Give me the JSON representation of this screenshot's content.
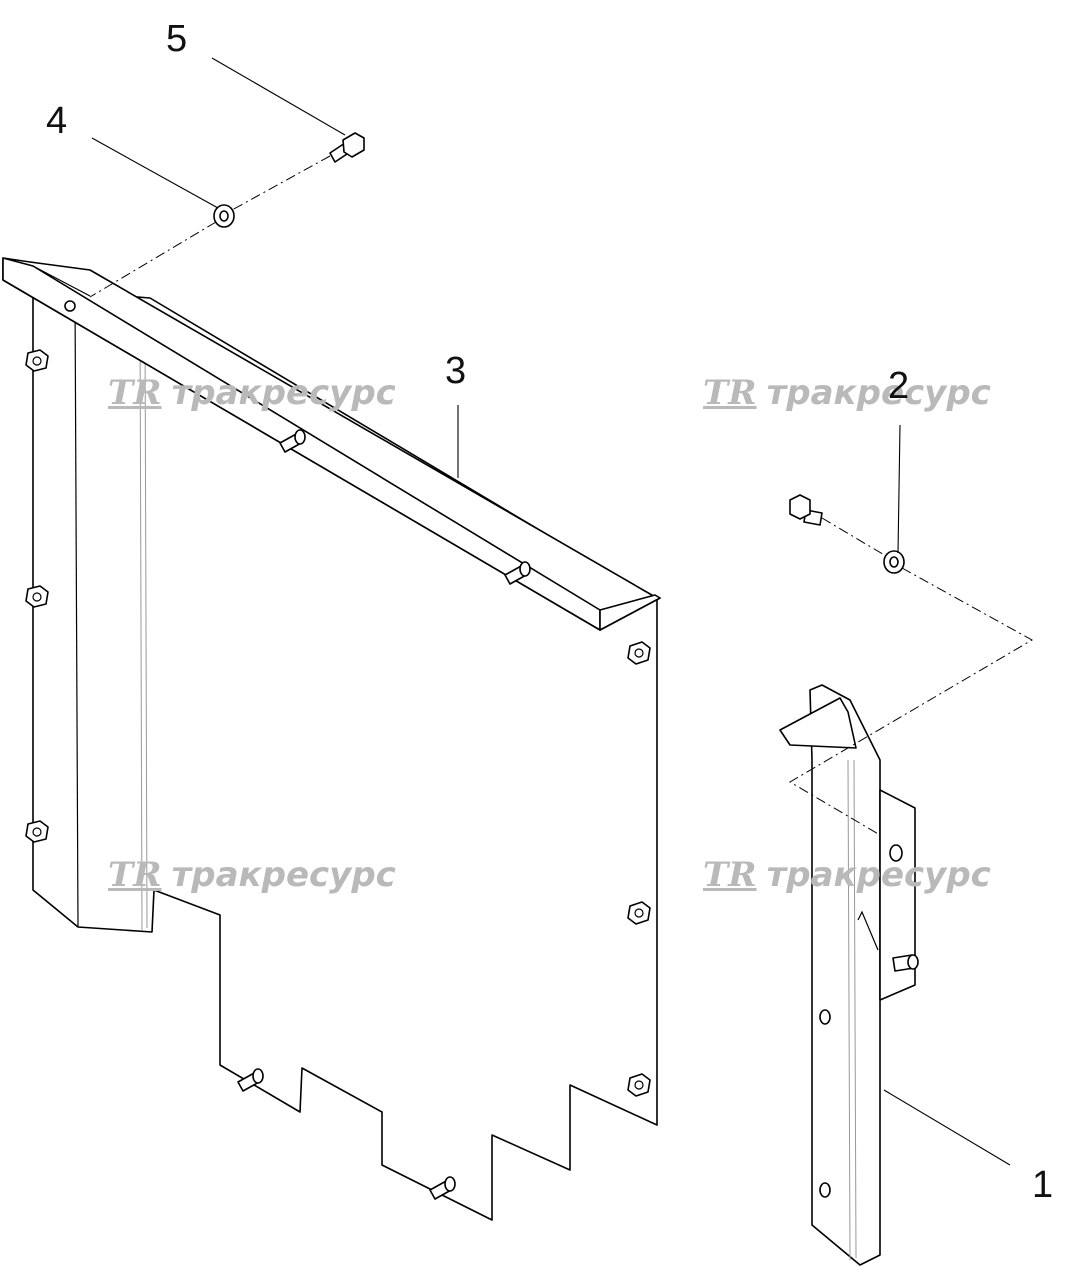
{
  "callouts": {
    "c1": "1",
    "c2": "2",
    "c3": "3",
    "c4": "4",
    "c5": "5"
  },
  "watermark": {
    "logo": "TR",
    "text": "тракресурс"
  }
}
